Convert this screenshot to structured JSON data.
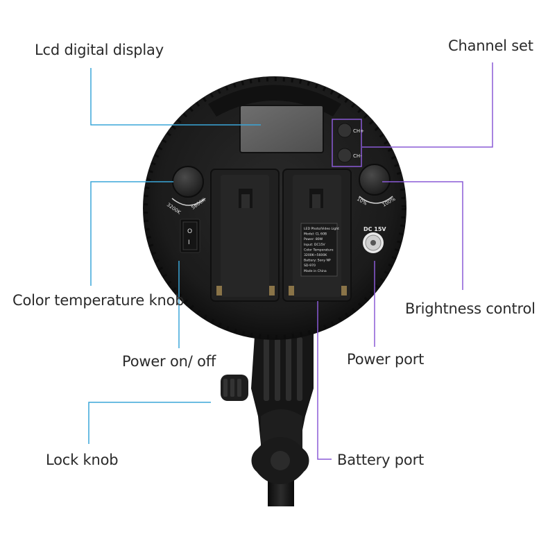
{
  "callouts": {
    "lcd": "Lcd digital display",
    "channel": "Channel set",
    "color_temp": "Color temperature knob",
    "brightness": "Brightness control",
    "power_switch": "Power on/ off",
    "power_port": "Power port",
    "lock_knob": "Lock knob",
    "battery_port": "Battery port"
  },
  "device": {
    "ch_plus": "CH+",
    "ch_minus": "CH-",
    "temp_low": "3200K",
    "temp_high": "5600K",
    "bright_low": "10%",
    "bright_high": "100%",
    "dc_label": "DC 15V",
    "switch_on": "O",
    "switch_off": "I",
    "spec_label": [
      "LED Photo/Video Light",
      "Model: CL 60B",
      "Power: 80W",
      "Input: DC15V",
      "Color Temperature",
      "3200K~5600K",
      "Battery: Sony NP",
      "SD-970",
      "Made in China"
    ]
  },
  "colors": {
    "blue_line": "#3aa6d8",
    "purple_line": "#8a5ad6",
    "body": "#1c1c1c",
    "plate": "#242424"
  }
}
